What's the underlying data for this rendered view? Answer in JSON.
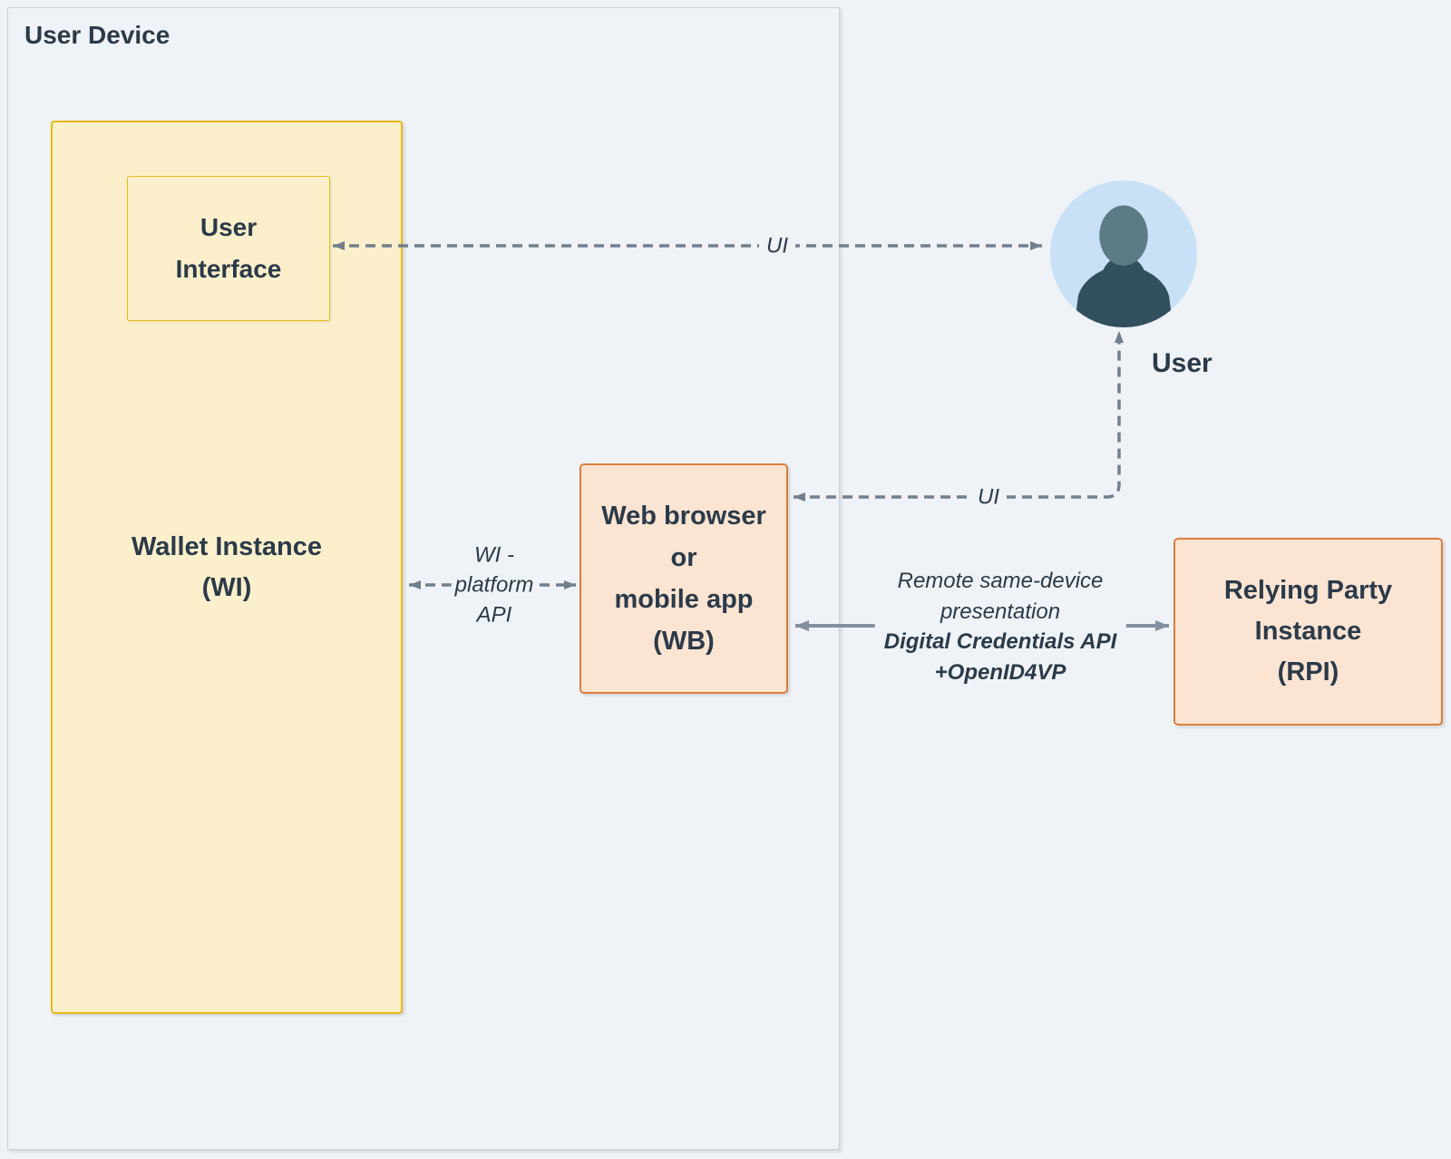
{
  "title": {
    "user_device": "User Device"
  },
  "nodes": {
    "user_interface": {
      "line1": "User",
      "line2": "Interface"
    },
    "wallet_instance": {
      "line1": "Wallet Instance",
      "line2": "(WI)"
    },
    "web_browser": {
      "line1": "Web browser",
      "line2": "or",
      "line3": "mobile app",
      "line4": "(WB)"
    },
    "relying_party": {
      "line1": "Relying Party",
      "line2": "Instance",
      "line3": "(RPI)"
    },
    "user": {
      "label": "User"
    }
  },
  "edges": {
    "ui_to_user": {
      "label": "UI"
    },
    "ui_to_browser": {
      "label": "UI"
    },
    "wi_platform_api": {
      "line1": "WI -",
      "line2": "platform",
      "line3": "API"
    },
    "remote_presentation": {
      "line1": "Remote same-device",
      "line2": "presentation",
      "line3": "Digital Credentials API",
      "line4": "+OpenID4VP"
    }
  },
  "colors": {
    "page_bg": "#eff2f6",
    "device_border": "#c9d1d9",
    "yellow_fill": "#fcf0cc",
    "yellow_border": "#e9b915",
    "orange_fill": "#fbe4d2",
    "orange_border": "#dd7e3b",
    "text_navy": "#2b3a49",
    "edge_dash": "#727f8c",
    "edge_solid": "#8290a0",
    "avatar_bg": "#c8e1f7",
    "avatar_head": "#5d7b84",
    "avatar_body": "#314f5d"
  }
}
